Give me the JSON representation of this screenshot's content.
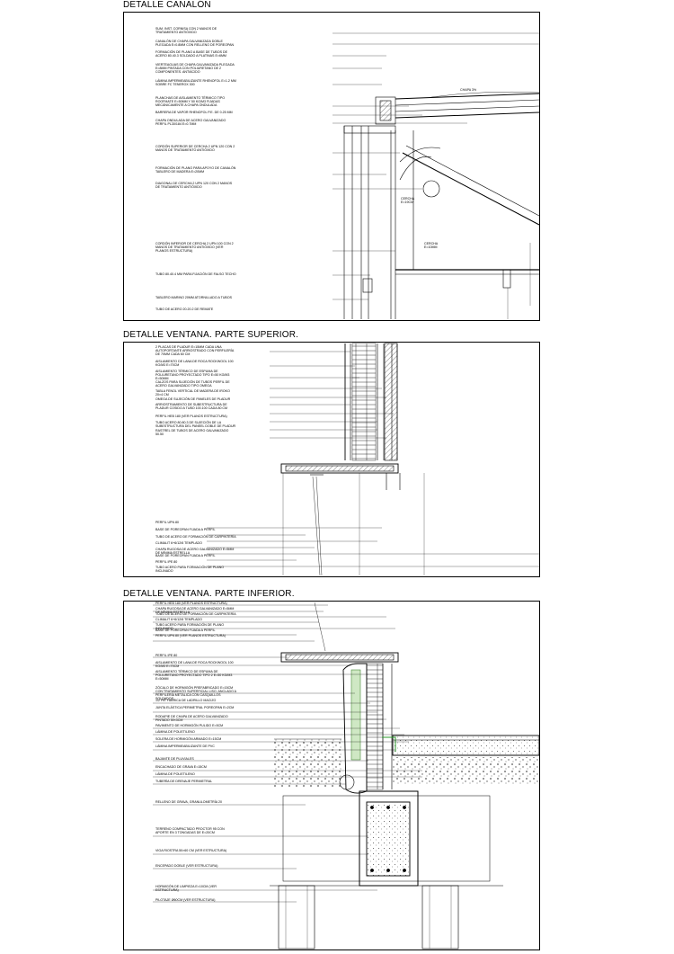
{
  "sheet": {
    "sections": [
      {
        "title": "DETALLE  CANALÓN",
        "labels": [
          "Sum. inst. cornisa con 2 manos de tratamiento antióxido",
          "Canalón de chapa galvanizada doble plegada e=0.8mm con relleno de poreopan",
          "Formación de plano a base de tubos de acero 80.40.3 soldado a platinas e=6mm",
          "Vierteaguas de chapa galvanizada plegada e=8mm pintada con poliuretano de 2 componentes. Antiácido",
          "Lámina impermeabilizante rhenofol e=1.2 mm sobre fc tenerox 300",
          "Planchas de aislamiento térmico tipo roofmate e=50mm y 50 kg/m3 fijadas mecánicamente a chapa ondulada",
          "Barrera de vapor rhenofol p.e. de 0.25 mm",
          "Chapa ondulada de acero galvanizado perfil PL30/184 e=0.7mm",
          "Cordón superior de cercha 2 UPN 120 con 2 manos de tratamiento antióxido",
          "Formación de plano para apoyo de canalón tablero de madera e=20mm",
          "Diagonal de cercha 2 UPN 120 con 2 manos de tratamiento antióxido",
          "Cordón inferior de cercha 2 UPN 100 con 2 manos de tratamiento antióxido (ver planos estructura)",
          "Tubo 80.40.4 mm para fijación de falso techo",
          "Tablero marino 20mm atornillado a tubos",
          "Tubo de acero 20.20.2 de remate"
        ],
        "notes": [
          "CHAPA 3%",
          "CERCHA e=19cm",
          "CERCHA e=10mm"
        ]
      },
      {
        "title": "DETALLE VENTANA. PARTE SUPERIOR.",
        "labels": [
          "2 placas de pladur e=15mm cada una autoportante arriostrado con perfilería de 70mm cada 60 cm",
          "Aislamiento de lana de roca rockwool 100 kg/m3 e=70cm",
          "Aislamiento térmico de espuma de poliuretano proyectado tipo e=50 kg/m3 e=50mm",
          "Calzos para sujeción de tubos perfil de acero galvanizado tipo omega",
          "Tabla fenol vertical de madera de iroko 20×4 cm",
          "Omega de sujeción de paneles de pladur",
          "Arriostramiento de subestructura de pladur cosido a tubo 100.100 cada 80 cm",
          "Perfil HEB 180 (ver planos estructura)",
          "Tubo acero 80.80.3 de sujeción de la subestructura del paneel doble de pladur",
          "Rastrel de tubos de acero galvanizado 50.50",
          "Perfil UPN 80",
          "Base de poreopan fijada a perfil",
          "Tubo de acero de formación de carpintería",
          "Climalit 6+6/12/6 templado",
          "Chapa rugosa de acero galvanizado e=5mm de mínima estrella",
          "Base de poreopan fijada a perfil",
          "Perfil IPE 80",
          "Tubo acero para formación de plano inclinado"
        ]
      },
      {
        "title": "DETALLE VENTANA. PARTE INFERIOR.",
        "labels": [
          "Perfil HEB 180 (ver planos estructura)",
          "Chapa rugosa de acero galvanizado e=5mm de mínima estrella",
          "Tubo de acero de formación de carpintería",
          "Climalit 6+6/12/6 templado",
          "Tubo acero para formación de plano inclinado",
          "Base de poreopan fijada a perfil",
          "Perfil UPN 80 (ver planos estructura)",
          "Perfil IPE 80",
          "Aislamiento de lana de roca rockwool 100 kg/m3 e=70cm",
          "Aislamiento térmico de espuma de poliuretano proyectado tipo 2 e=50 kg/m3 e=50mm",
          "Zócalo de hormigón prefabricado e=15cm con tratamiento superficial liso, anclado a perfilería metálica con casquillos soldados",
          "1/2 pie fabrica de ladrillo macizo",
          "Junta elástica perimetral poreopan e=2cm",
          "Rodapie de chapa de acero galvanizado pintado 50×3cm",
          "Pavimento de hormigón pulido e=5cm",
          "Lámina de polietileno",
          "Solera de hormigón armado e=15cm",
          "Lámina impermeabilizante de PVC",
          "Bajante de pluviales",
          "Encachado de grava e=15cm",
          "Lámina de polietileno",
          "Tubería de drenaje perimetral",
          "Relleno de grava, granulometría 20",
          "Terreno compactado proctor 95 con aporte en 3 tongadas de e=20cm",
          "Viga riostra 50×60 cm (ver estructura)",
          "Encepado doble (ver estructura)",
          "Hormigón de limpieza e=10cm (ver estructura)",
          "Pilotaje Ø60cm (ver estructura)"
        ]
      }
    ]
  }
}
